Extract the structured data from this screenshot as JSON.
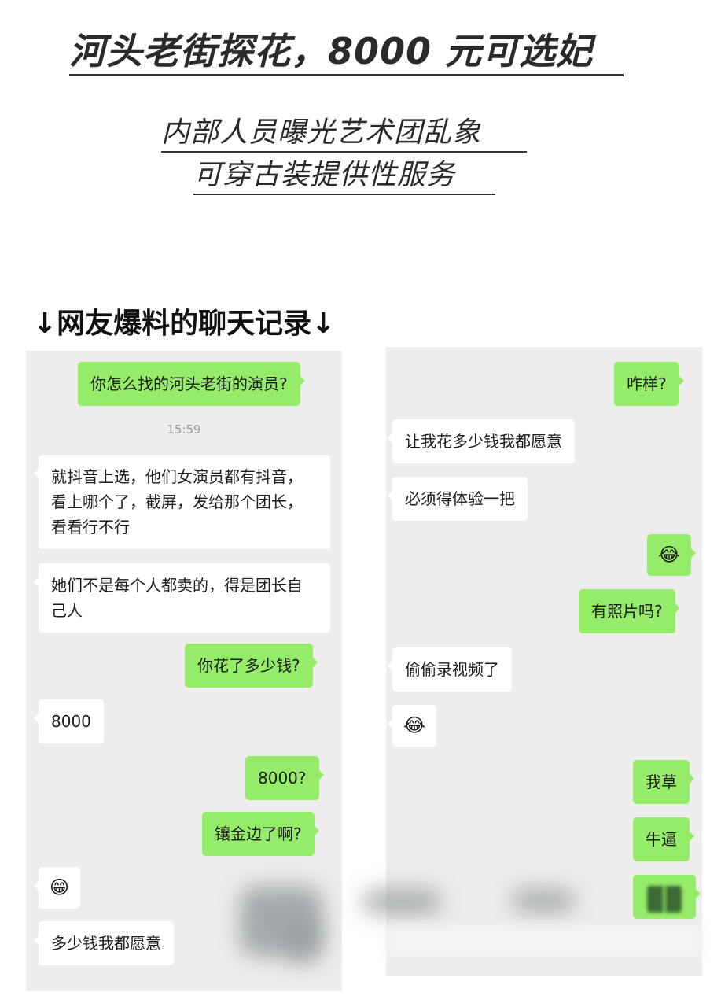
{
  "header": {
    "headline": "河头老街探花，8000 元可选妃",
    "subtitle_line1": "内部人员曝光艺术团乱象",
    "subtitle_line2": "可穿古装提供性服务",
    "section_title": "↓网友爆料的聊天记录↓"
  },
  "colors": {
    "outgoing_bubble": "#95ec69",
    "incoming_bubble": "#ffffff",
    "chat_background": "#ededed",
    "timestamp": "#9a9a9a"
  },
  "left_chat": {
    "messages": [
      {
        "side": "out",
        "text": "你怎么找的河头老街的演员?"
      },
      {
        "side": "time",
        "text": "15:59"
      },
      {
        "side": "in",
        "text": "就抖音上选，他们女演员都有抖音，看上哪个了，截屏，发给那个团长，看看行不行"
      },
      {
        "side": "in",
        "text": "她们不是每个人都卖的，得是团长自己人"
      },
      {
        "side": "out",
        "text": "你花了多少钱?"
      },
      {
        "side": "in",
        "text": "8000"
      },
      {
        "side": "out",
        "text": "8000?"
      },
      {
        "side": "out",
        "text": "镶金边了啊?"
      },
      {
        "side": "in",
        "text": "😁",
        "emoji": "grinning-face"
      },
      {
        "side": "in",
        "text": "多少钱我都愿意"
      }
    ]
  },
  "right_chat": {
    "messages": [
      {
        "side": "out",
        "text": "咋样?"
      },
      {
        "side": "in",
        "text": "让我花多少钱我都愿意"
      },
      {
        "side": "in",
        "text": "必须得体验一把"
      },
      {
        "side": "out",
        "text": "😂",
        "emoji": "tears-of-joy"
      },
      {
        "side": "out",
        "text": "有照片吗?"
      },
      {
        "side": "in",
        "text": "偷偷录视频了"
      },
      {
        "side": "in",
        "text": "😂",
        "emoji": "tears-of-joy"
      },
      {
        "side": "out",
        "text": "我草"
      },
      {
        "side": "out",
        "text": "牛逼"
      },
      {
        "side": "out",
        "text": "",
        "sticker": "blurred-sticker"
      }
    ]
  }
}
